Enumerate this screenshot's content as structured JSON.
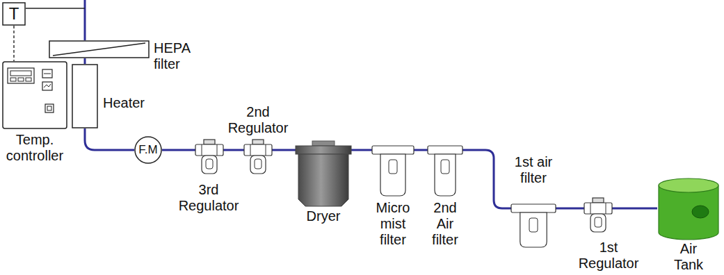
{
  "diagram": {
    "nodes": [
      {
        "text": [
          "T"
        ]
      },
      {
        "text": [
          "HEPA filter"
        ]
      },
      {
        "text": [
          "Heater"
        ]
      },
      {
        "text": [
          "Temp. controller"
        ]
      },
      {
        "text": [
          "F.M"
        ]
      },
      {
        "text": [
          "3rd Regulator"
        ]
      },
      {
        "text": [
          "2nd Regulator"
        ]
      },
      {
        "text": [
          "Dryer"
        ]
      },
      {
        "text": [
          "Micro mist filter"
        ]
      },
      {
        "text": [
          "2nd Air filter"
        ]
      },
      {
        "text": [
          "1st air filter"
        ]
      },
      {
        "text": [
          "1st Regulator"
        ]
      },
      {
        "text": [
          "Air Tank"
        ]
      }
    ],
    "edges": [
      {
        "from": 0,
        "to": 3,
        "arrow": "none"
      },
      {
        "from": 12,
        "to": 11,
        "arrow": "none"
      },
      {
        "from": 11,
        "to": 10,
        "arrow": "none"
      },
      {
        "from": 10,
        "to": 9,
        "arrow": "none"
      },
      {
        "from": 9,
        "to": 8,
        "arrow": "none"
      },
      {
        "from": 8,
        "to": 7,
        "arrow": "none"
      },
      {
        "from": 7,
        "to": 6,
        "arrow": "none"
      },
      {
        "from": 6,
        "to": 5,
        "arrow": "none"
      },
      {
        "from": 5,
        "to": 4,
        "arrow": "none"
      },
      {
        "from": 4,
        "to": 2,
        "arrow": "none"
      },
      {
        "from": 2,
        "to": 1,
        "arrow": "none"
      }
    ]
  }
}
